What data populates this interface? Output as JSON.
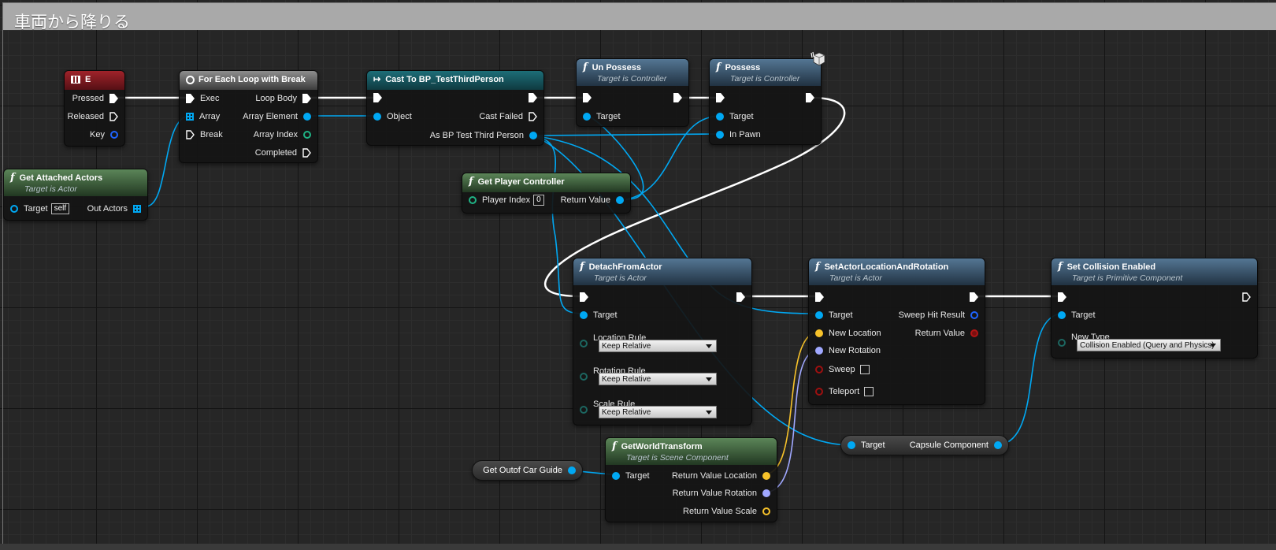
{
  "comment": {
    "title": "車両から降りる"
  },
  "nodes": {
    "input_e": {
      "title": "E",
      "pins": {
        "pressed": "Pressed",
        "released": "Released",
        "key": "Key"
      }
    },
    "for_each": {
      "title": "For Each Loop with Break",
      "pins": {
        "exec": "Exec",
        "array": "Array",
        "break": "Break",
        "loop_body": "Loop Body",
        "array_element": "Array Element",
        "array_index": "Array Index",
        "completed": "Completed"
      }
    },
    "get_attached": {
      "title": "Get Attached Actors",
      "subtitle": "Target is Actor",
      "pins": {
        "target": "Target",
        "target_value": "self",
        "out_actors": "Out Actors"
      }
    },
    "cast": {
      "title": "Cast To BP_TestThirdPerson",
      "pins": {
        "object": "Object",
        "cast_failed": "Cast Failed",
        "as_bp": "As BP Test Third Person"
      }
    },
    "unpossess": {
      "title": "Un Possess",
      "subtitle": "Target is Controller",
      "pins": {
        "target": "Target"
      }
    },
    "possess": {
      "title": "Possess",
      "subtitle": "Target is Controller",
      "pins": {
        "target": "Target",
        "in_pawn": "In Pawn"
      }
    },
    "get_player_controller": {
      "title": "Get Player Controller",
      "pins": {
        "player_index": "Player Index",
        "player_index_value": "0",
        "return_value": "Return Value"
      }
    },
    "detach": {
      "title": "DetachFromActor",
      "subtitle": "Target is Actor",
      "pins": {
        "target": "Target",
        "location_rule": "Location Rule",
        "rotation_rule": "Rotation Rule",
        "scale_rule": "Scale Rule"
      },
      "values": {
        "location_rule": "Keep Relative",
        "rotation_rule": "Keep Relative",
        "scale_rule": "Keep Relative"
      }
    },
    "set_actor_loc_rot": {
      "title": "SetActorLocationAndRotation",
      "subtitle": "Target is Actor",
      "pins": {
        "target": "Target",
        "new_location": "New Location",
        "new_rotation": "New Rotation",
        "sweep": "Sweep",
        "teleport": "Teleport",
        "sweep_hit_result": "Sweep Hit Result",
        "return_value": "Return Value"
      }
    },
    "set_collision": {
      "title": "Set Collision Enabled",
      "subtitle": "Target is Primitive Component",
      "pins": {
        "target": "Target",
        "new_type": "New Type"
      },
      "values": {
        "new_type": "Collision Enabled (Query and Physics)"
      }
    },
    "get_world_transform": {
      "title": "GetWorldTransform",
      "subtitle": "Target is Scene Component",
      "pins": {
        "target": "Target",
        "rv_location": "Return Value Location",
        "rv_rotation": "Return Value Rotation",
        "rv_scale": "Return Value Scale"
      }
    },
    "get_outof_car_guide": {
      "label": "Get Outof Car Guide"
    },
    "capsule": {
      "target": "Target",
      "label": "Capsule Component"
    }
  },
  "colors": {
    "exec": "#ffffff",
    "object": "#00a8f3",
    "vector": "#f7c22a",
    "rotator": "#a0a8ff",
    "boolean": "#9e1010",
    "integer": "#1fb385"
  }
}
